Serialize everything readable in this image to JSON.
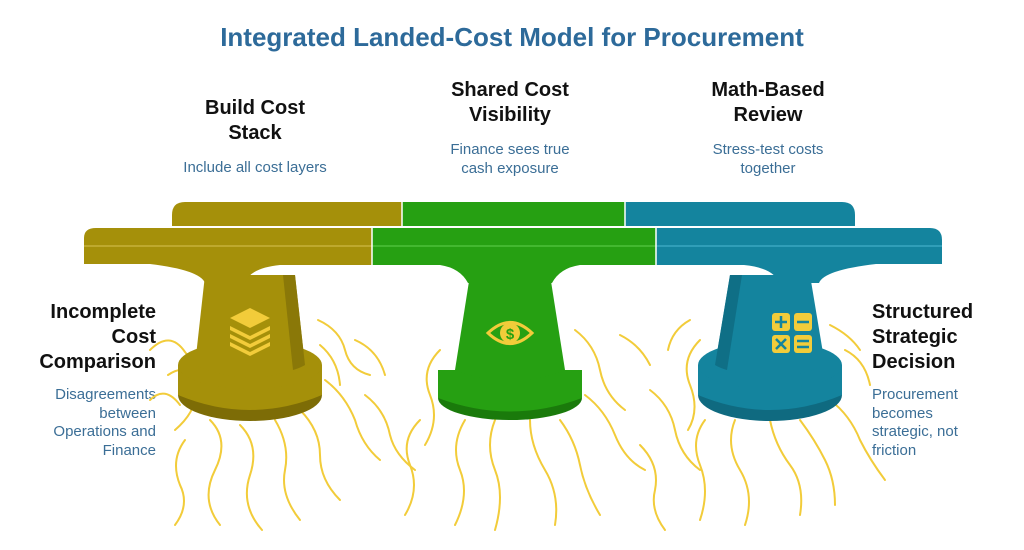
{
  "title": "Integrated Landed-Cost Model for Procurement",
  "left": {
    "heading": "Incomplete\nCost\nComparison",
    "description": "Disagreements\nbetween\nOperations and\nFinance"
  },
  "right": {
    "heading": "Structured\nStrategic\nDecision",
    "description": "Procurement\nbecomes\nstrategic, not\nfriction"
  },
  "pillars": [
    {
      "heading": "Build Cost\nStack",
      "description": "Include all cost layers",
      "icon": "stacked-layers-icon",
      "color": "#a5900a"
    },
    {
      "heading": "Shared Cost\nVisibility",
      "description": "Finance sees true\ncash exposure",
      "icon": "dollar-eye-icon",
      "color": "#26a012"
    },
    {
      "heading": "Math-Based\nReview",
      "description": "Stress-test costs\ntogether",
      "icon": "calculator-icon",
      "color": "#14849e"
    }
  ],
  "colors": {
    "title": "#2d6a9a",
    "description": "#3b6e96",
    "ripple": "#f2cc3a",
    "icon": "#f2cc3a"
  }
}
